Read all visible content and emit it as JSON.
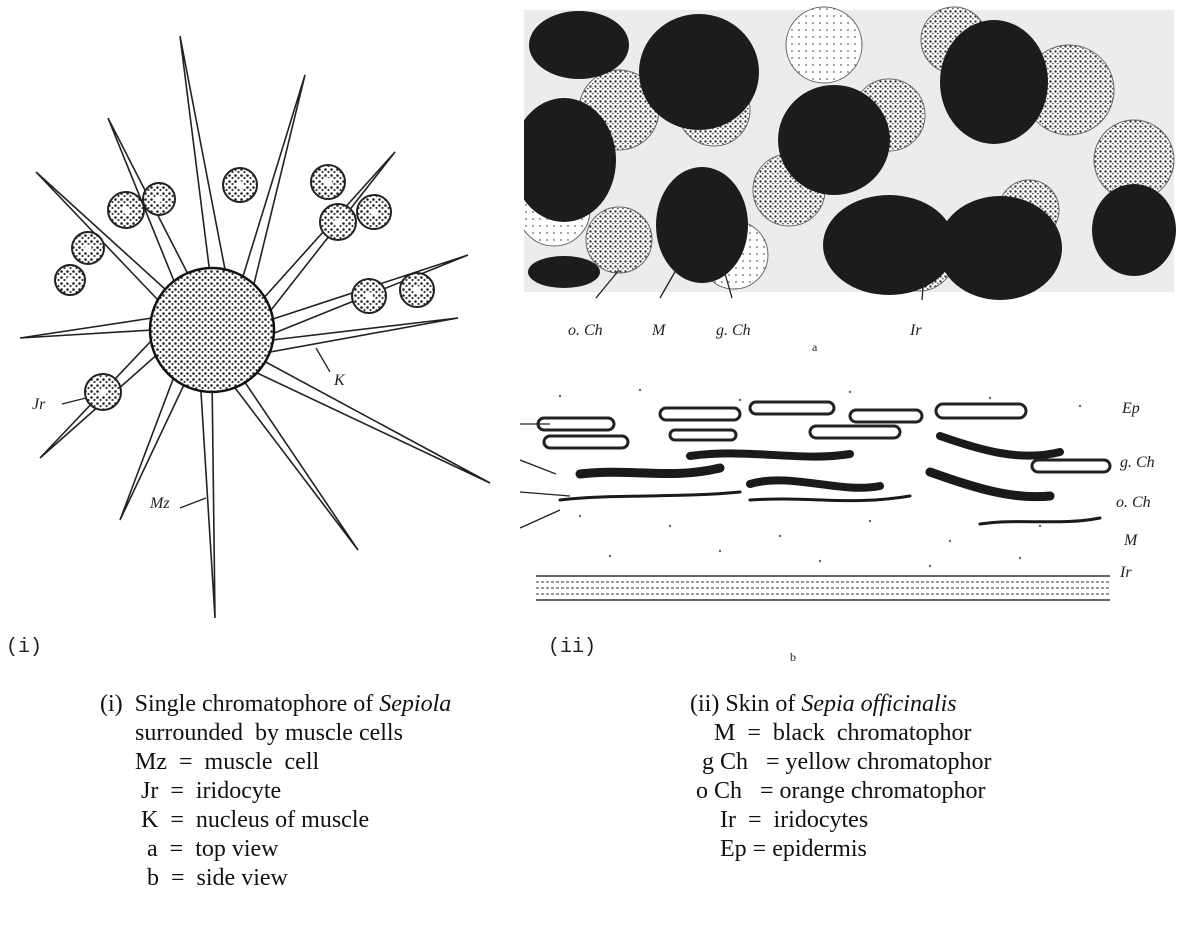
{
  "figure_i": {
    "tag": "(i)",
    "labels": {
      "jr": "Jr",
      "k": "K",
      "mz": "Mz"
    }
  },
  "figure_ii_top": {
    "labels": {
      "och": "o. Ch",
      "m": "M",
      "gch": "g. Ch",
      "ir": "Ir",
      "sub": "a"
    }
  },
  "figure_ii_side": {
    "tag": "(ii)",
    "sub": "b",
    "labels": {
      "ep": "Ep",
      "gch": "g. Ch",
      "och": "o. Ch",
      "m": "M",
      "ir": "Ir"
    }
  },
  "caption_i": {
    "title_prefix": "(i)  Single chromatophore of ",
    "title_genus": "Sepiola",
    "lines": [
      "surrounded  by muscle cells",
      "Mz  =  muscle  cell",
      " Jr  =  iridocyte",
      " K  =  nucleus of muscle",
      "  a  =  top view",
      "  b  =  side view"
    ]
  },
  "caption_ii": {
    "title_prefix": "(ii) Skin of ",
    "title_species": "Sepia officinalis",
    "lines": [
      "    M  =  black  chromatophor",
      "  g Ch   = yellow chromatophor",
      " o Ch   = orange chromatophor",
      "     Ir  =  iridocytes",
      "     Ep = epidermis"
    ]
  }
}
